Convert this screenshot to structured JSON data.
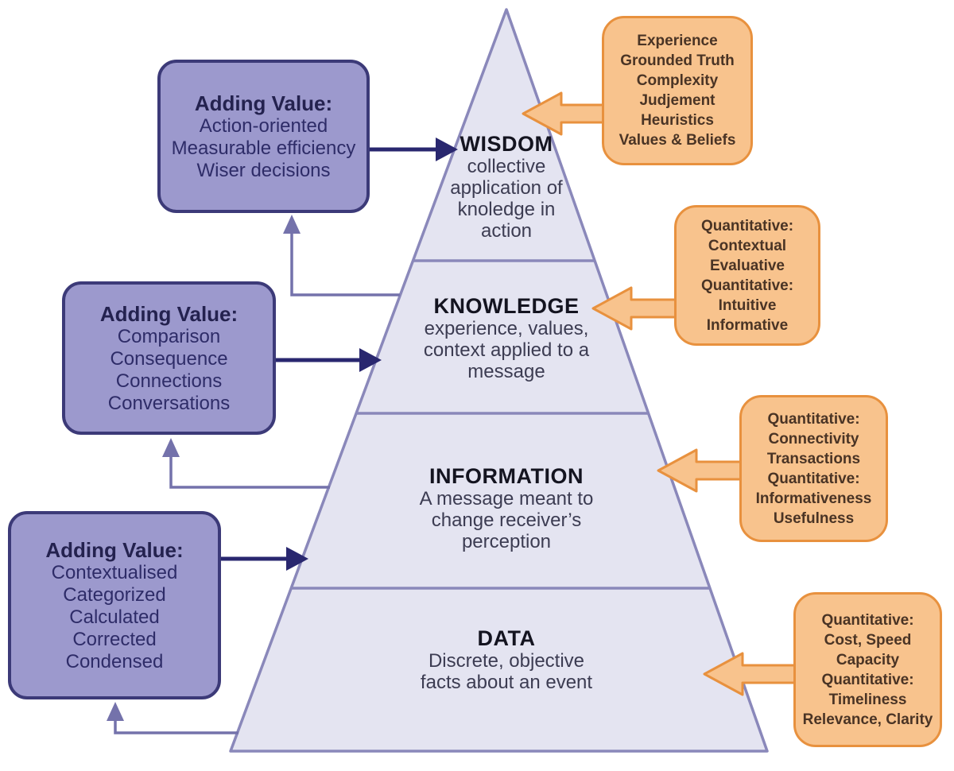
{
  "pyramid": {
    "levels": [
      {
        "name": "WISDOM",
        "lines": [
          "collective",
          "application of",
          "knoledge in",
          "action"
        ]
      },
      {
        "name": "KNOWLEDGE",
        "lines": [
          "experience, values,",
          "context applied to a",
          "message"
        ]
      },
      {
        "name": "INFORMATION",
        "lines": [
          "A message meant to",
          "change receiver’s",
          "perception"
        ]
      },
      {
        "name": "DATA",
        "lines": [
          "Discrete, objective",
          "facts about an event"
        ]
      }
    ]
  },
  "adding_value_boxes": [
    {
      "title": "Adding Value:",
      "lines": [
        "Action-oriented",
        "Measurable efficiency",
        "Wiser decisions"
      ]
    },
    {
      "title": "Adding Value:",
      "lines": [
        "Comparison",
        "Consequence",
        "Connections",
        "Conversations"
      ]
    },
    {
      "title": "Adding Value:",
      "lines": [
        "Contextualised",
        "Categorized",
        "Calculated",
        "Corrected",
        "Condensed"
      ]
    }
  ],
  "attribute_boxes": [
    {
      "lines": [
        "Experience",
        "Grounded Truth",
        "Complexity",
        "Judjement",
        "Heuristics",
        "Values & Beliefs"
      ]
    },
    {
      "lines": [
        "Quantitative:",
        "Contextual",
        "Evaluative",
        "Quantitative:",
        "Intuitive",
        "Informative"
      ]
    },
    {
      "lines": [
        "Quantitative:",
        "Connectivity",
        "Transactions",
        "Quantitative:",
        "Informativeness",
        "Usefulness"
      ]
    },
    {
      "lines": [
        "Quantitative:",
        "Cost, Speed",
        "Capacity",
        "Quantitative:",
        "Timeliness",
        "Relevance, Clarity"
      ]
    }
  ],
  "colors": {
    "purple_box_fill": "#9c99cd",
    "purple_box_border": "#3c3a78",
    "purple_text": "#2e2c68",
    "pyramid_fill": "#e4e4f1",
    "pyramid_border": "#8a88ba",
    "navy_arrow": "#29276f",
    "elbow_arrow": "#7472ab",
    "orange_box_fill": "#f8c38d",
    "orange_box_border": "#e8913e",
    "orange_text": "#4a3425"
  }
}
